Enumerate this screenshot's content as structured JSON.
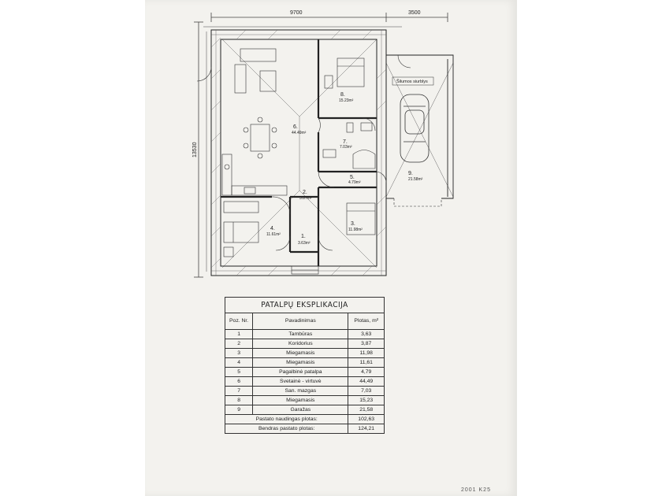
{
  "plan": {
    "dimensions": {
      "top_left": "9700",
      "top_right": "3500",
      "left_side": "13530"
    },
    "garage_label": "Šilumos siurblys",
    "rooms": [
      {
        "no": "1.",
        "area": "3.63m²"
      },
      {
        "no": "2.",
        "area": "3.87m²"
      },
      {
        "no": "3.",
        "area": "11.98m²"
      },
      {
        "no": "4.",
        "area": "11.61m²"
      },
      {
        "no": "5.",
        "area": "4.79m²"
      },
      {
        "no": "6.",
        "area": "44.49m²"
      },
      {
        "no": "7.",
        "area": "7.03m²"
      },
      {
        "no": "8.",
        "area": "15.23m²"
      },
      {
        "no": "9.",
        "area": "21.58m²"
      }
    ]
  },
  "table": {
    "title": "PATALPŲ EKSPLIKACIJA",
    "headers": [
      "Poz. Nr.",
      "Pavadinimas",
      "Plotas, m²"
    ],
    "rows": [
      [
        "1",
        "Tambūras",
        "3,63"
      ],
      [
        "2",
        "Koridorius",
        "3,87"
      ],
      [
        "3",
        "Miegamasis",
        "11,98"
      ],
      [
        "4",
        "Miegamasis",
        "11,61"
      ],
      [
        "5",
        "Pagalbinė patalpa",
        "4,79"
      ],
      [
        "6",
        "Svetainė - virtuvė",
        "44,49"
      ],
      [
        "7",
        "San. mazgas",
        "7,03"
      ],
      [
        "8",
        "Miegamasis",
        "15,23"
      ],
      [
        "9",
        "Garažas",
        "21,58"
      ]
    ],
    "summary": [
      {
        "label": "Pastato naudingas plotas:",
        "value": "102,63"
      },
      {
        "label": "Bendras pastato plotas:",
        "value": "124,21"
      }
    ]
  },
  "footer": "2001 K25"
}
